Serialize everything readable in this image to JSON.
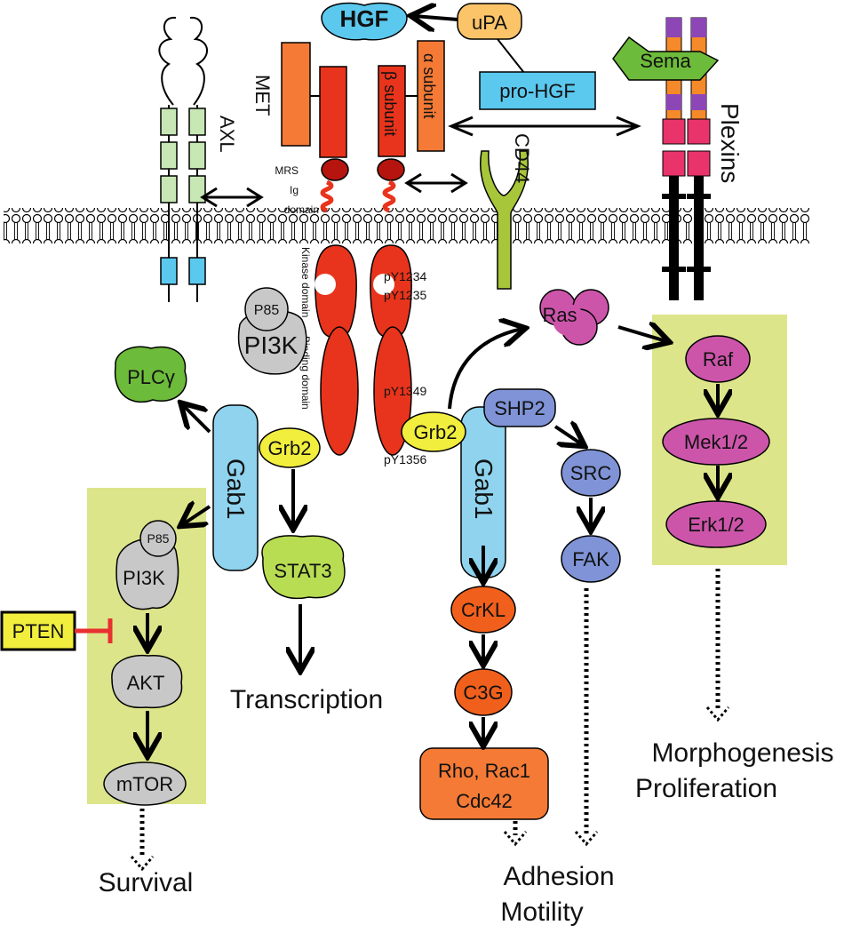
{
  "receptors": {
    "met": "MET",
    "alpha": "α subunit",
    "beta": "β subunit",
    "axl": "AXL",
    "cd44": "CD44",
    "plexins": "Plexins",
    "sema": "Sema"
  },
  "ligands": {
    "hgf": "HGF",
    "upa": "uPA",
    "prohgf": "pro-HGF"
  },
  "domains": {
    "mrs": "MRS",
    "ig": "Ig",
    "domain": "domain",
    "kinase": "Kinase domain",
    "binding": "Binding domain",
    "py1234": "pY1234",
    "py1235": "pY1235",
    "py1349": "pY1349",
    "py1356": "pY1356"
  },
  "nodes": {
    "p85": "P85",
    "pi3k": "PI3K",
    "plcg": "PLCγ",
    "gab1": "Gab1",
    "grb2": "Grb2",
    "stat3": "STAT3",
    "shp2": "SHP2",
    "src": "SRC",
    "fak": "FAK",
    "ras": "Ras",
    "raf": "Raf",
    "mek": "Mek1/2",
    "erk": "Erk1/2",
    "crkl": "CrKL",
    "c3g": "C3G",
    "rho_rac": "Rho, Rac1",
    "cdc42": "Cdc42",
    "pten": "PTEN",
    "akt": "AKT",
    "mtor": "mTOR"
  },
  "outcomes": {
    "transcription": "Transcription",
    "survival": "Survival",
    "adhesion": "Adhesion",
    "motility": "Motility",
    "morphogenesis": "Morphogenesis",
    "proliferation": "Proliferation"
  },
  "colors": {
    "met_red": "#e8341c",
    "met_orange": "#f47a36",
    "hgf_blue": "#5bc8ee",
    "highlight": "#dde58a",
    "pink": "#cc55aa",
    "gray": "#c8c8c8",
    "green": "#6dbb3a",
    "yellow": "#f2ee3e",
    "lightblue": "#8fd3ee",
    "periwinkle": "#7f93d6",
    "orange": "#f0601c",
    "cd44": "#a8c63a"
  }
}
